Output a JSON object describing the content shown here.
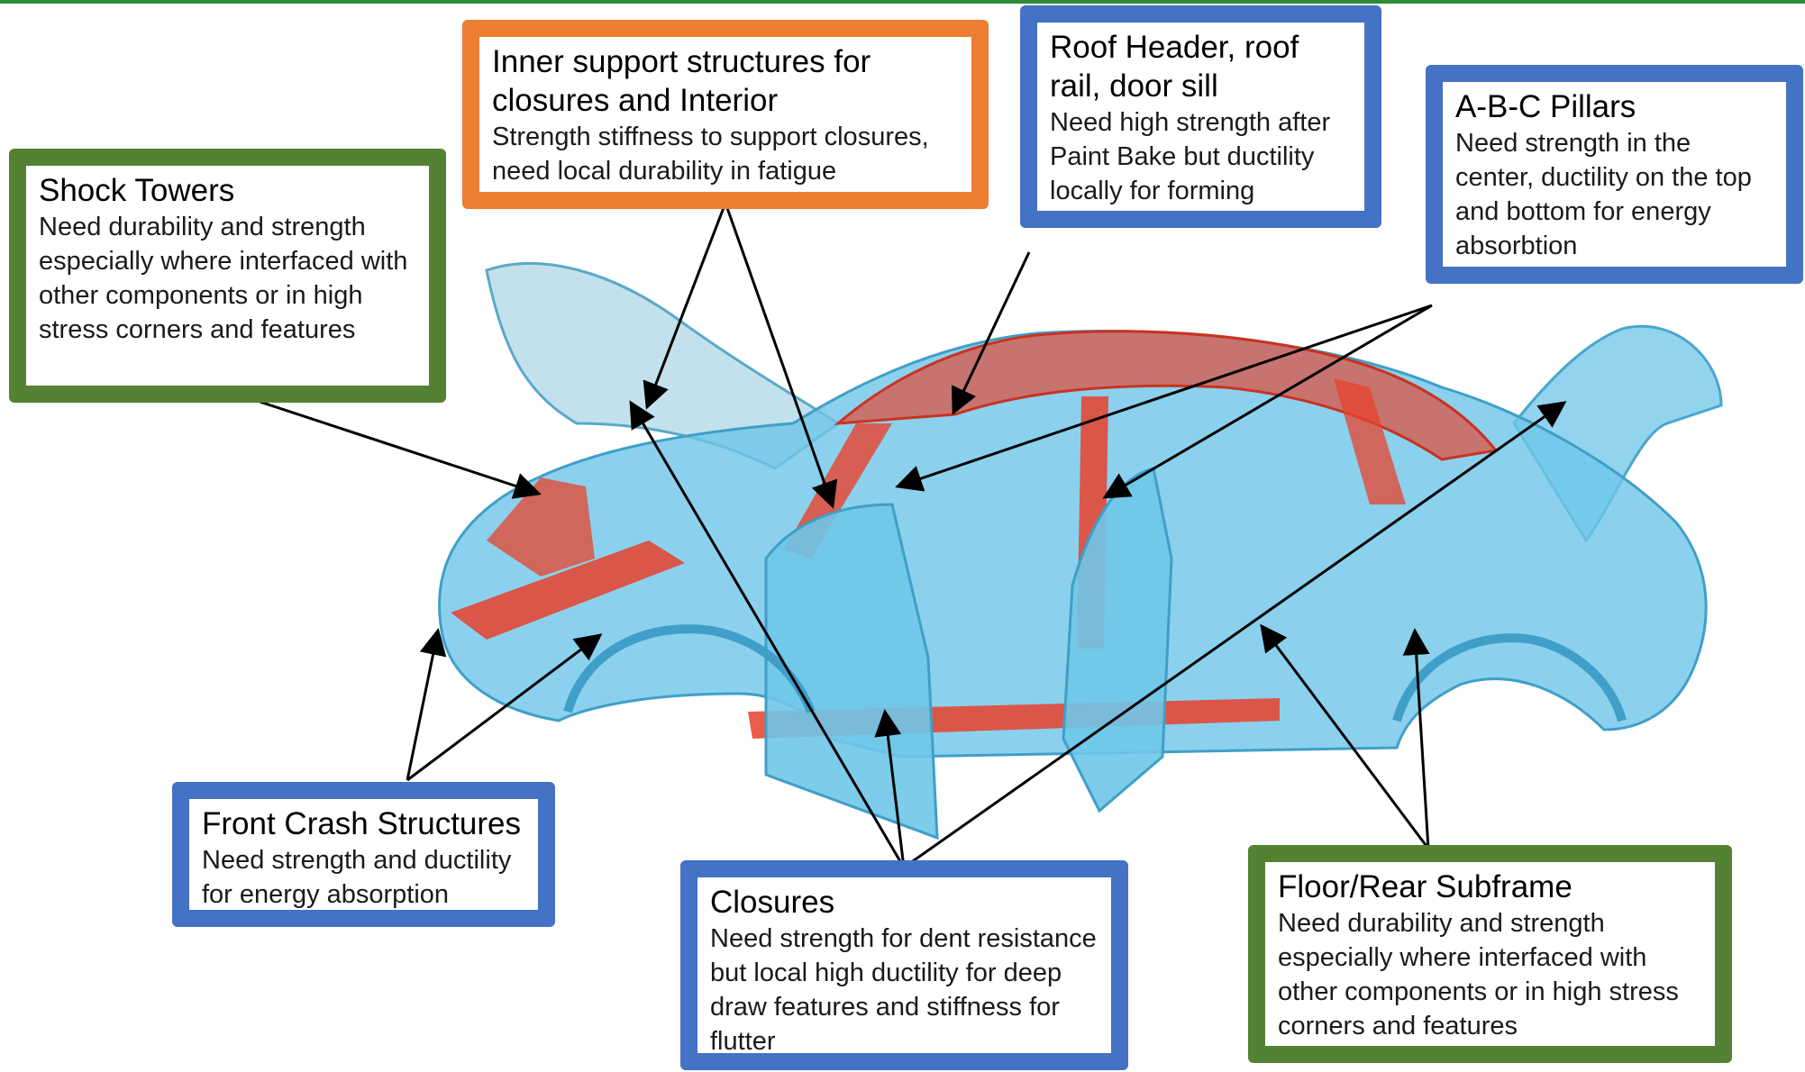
{
  "colors": {
    "green": "#548235",
    "orange": "#ed7d31",
    "blue": "#4472c4",
    "body_blue": "#6ec6e8",
    "structure_red": "#e8412c"
  },
  "callouts": {
    "shock_towers": {
      "title": "Shock Towers",
      "desc": "Need durability and strength especially where interfaced with other components or in high stress corners and features"
    },
    "inner_support": {
      "title": "Inner support structures for closures and Interior",
      "desc": "Strength stiffness to support closures, need local durability in fatigue"
    },
    "roof_header": {
      "title": "Roof Header, roof rail, door sill",
      "desc": "Need high strength after Paint Bake but ductility locally for forming"
    },
    "pillars": {
      "title": "A-B-C Pillars",
      "desc": "Need strength in the center, ductility on the top and bottom for energy absorbtion"
    },
    "front_crash": {
      "title": "Front Crash Structures",
      "desc": "Need strength and ductility for energy absorption"
    },
    "closures": {
      "title": "Closures",
      "desc": "Need strength for dent resistance but local high ductility for deep draw features and stiffness for flutter"
    },
    "floor_subframe": {
      "title": "Floor/Rear Subframe",
      "desc": "Need durability and strength especially where interfaced with other components or in high stress corners and features"
    }
  }
}
